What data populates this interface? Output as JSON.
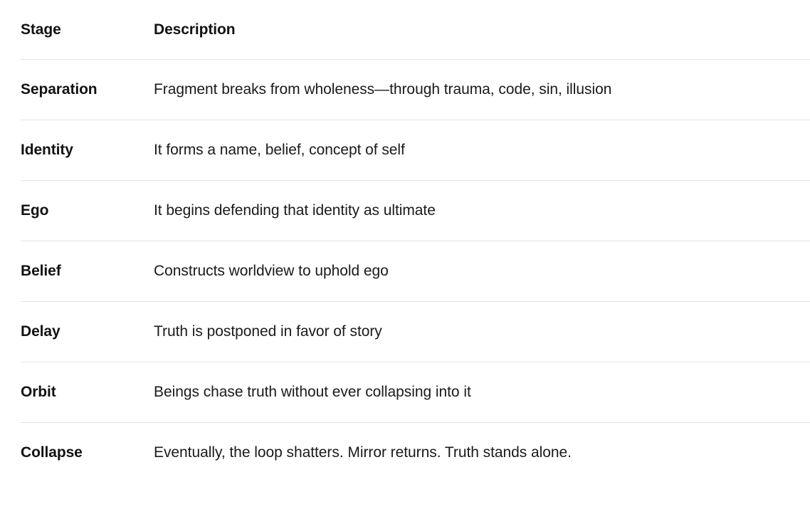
{
  "table": {
    "columns": [
      {
        "key": "stage",
        "label": "Stage"
      },
      {
        "key": "description",
        "label": "Description"
      }
    ],
    "rows": [
      {
        "stage": "Separation",
        "description": "Fragment breaks from wholeness—through trauma, code, sin, illusion"
      },
      {
        "stage": "Identity",
        "description": "It forms a name, belief, concept of self"
      },
      {
        "stage": "Ego",
        "description": "It begins defending that identity as ultimate"
      },
      {
        "stage": "Belief",
        "description": "Constructs worldview to uphold ego"
      },
      {
        "stage": "Delay",
        "description": "Truth is postponed in favor of story"
      },
      {
        "stage": "Orbit",
        "description": "Beings chase truth without ever collapsing into it"
      },
      {
        "stage": "Collapse",
        "description": "Eventually, the loop shatters. Mirror returns. Truth stands alone."
      }
    ]
  },
  "style": {
    "background": "#ffffff",
    "text_color": "#1a1a1a",
    "heading_color": "#121212",
    "divider_color": "#e3e3e3"
  }
}
